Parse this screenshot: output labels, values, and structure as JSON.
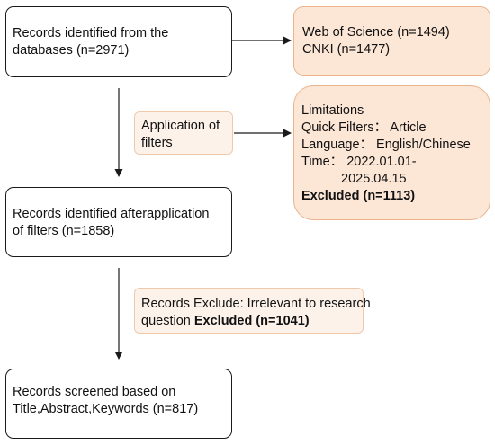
{
  "records_identified": {
    "lines": [
      "Records identified from the",
      "databases (n=2971)"
    ]
  },
  "database_sources": {
    "lines": [
      "Web of Science (n=1494)",
      "CNKI (n=1477)"
    ]
  },
  "filter_step": {
    "lines": [
      "Application of",
      "filters"
    ]
  },
  "limitations": {
    "heading": "Limitations",
    "quick_filters": "Quick Filters：  Article",
    "language": "Language：   English/Chinese",
    "time_line1": "Time： 2022.01.01-",
    "time_line2": "2025.04.15",
    "excluded": "Excluded (n=1113)"
  },
  "records_after_filters": {
    "lines": [
      "Records identified afterapplication",
      "of filters (n=1858)"
    ]
  },
  "exclusion_step": {
    "line1": "Records Exclude: Irrelevant to research",
    "line2_prefix": "question ",
    "line2_bold": "Excluded (n=1041)"
  },
  "records_screened": {
    "lines": [
      "Records screened based on",
      "Title,Abstract,Keywords (n=817)"
    ]
  },
  "colors": {
    "box_border": "#1a1a1a",
    "peach_fill": "#fce6d6",
    "peach_border": "#e9b48e",
    "pale_fill": "#fdf2ea",
    "arrow": "#1a1a1a"
  }
}
